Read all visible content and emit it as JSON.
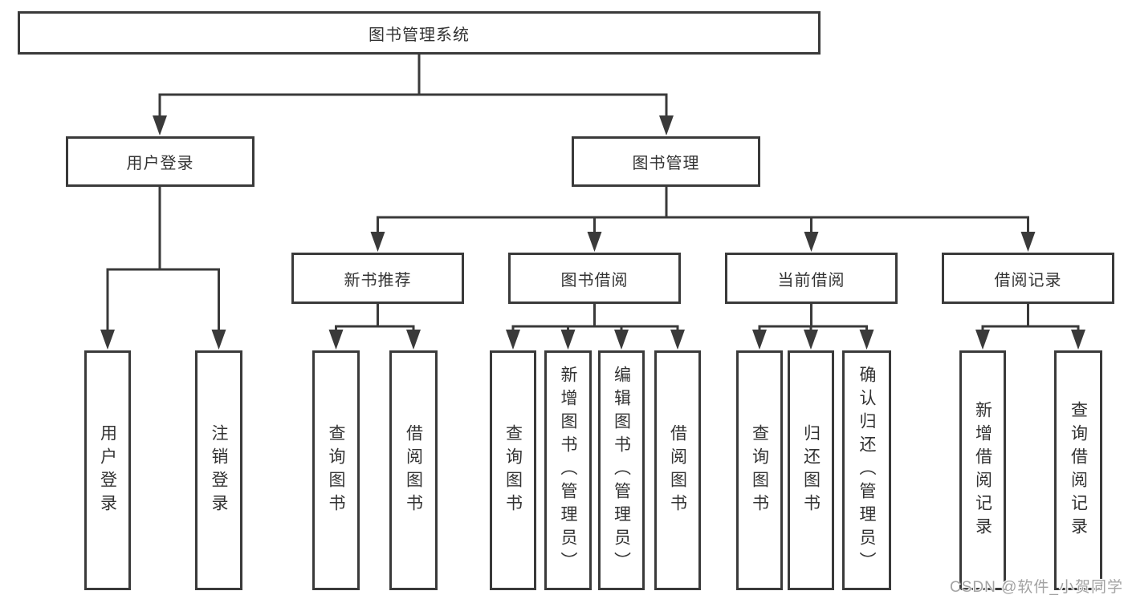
{
  "diagram": {
    "root": {
      "label": "图书管理系统"
    },
    "login_branch": {
      "label": "用户登录",
      "children": [
        {
          "label": "用户登录"
        },
        {
          "label": "注销登录"
        }
      ]
    },
    "mgmt_branch": {
      "label": "图书管理",
      "sections": [
        {
          "label": "新书推荐",
          "children": [
            {
              "label": "查询图书"
            },
            {
              "label": "借阅图书"
            }
          ]
        },
        {
          "label": "图书借阅",
          "children": [
            {
              "label": "查询图书"
            },
            {
              "label": "新增图书（管理员）"
            },
            {
              "label": "编辑图书（管理员）"
            },
            {
              "label": "借阅图书"
            }
          ]
        },
        {
          "label": "当前借阅",
          "children": [
            {
              "label": "查询图书"
            },
            {
              "label": "归还图书"
            },
            {
              "label": "确认归还（管理员）"
            }
          ]
        },
        {
          "label": "借阅记录",
          "children": [
            {
              "label": "新增借阅记录"
            },
            {
              "label": "查询借阅记录"
            }
          ]
        }
      ]
    }
  },
  "watermark": {
    "text": "CSDN @软件_小贺同学"
  },
  "colors": {
    "line": "#3a3a3a",
    "text": "#333333",
    "box_background": "#ffffff",
    "watermark": "#a3a3a3",
    "page_background": "#ffffff"
  }
}
